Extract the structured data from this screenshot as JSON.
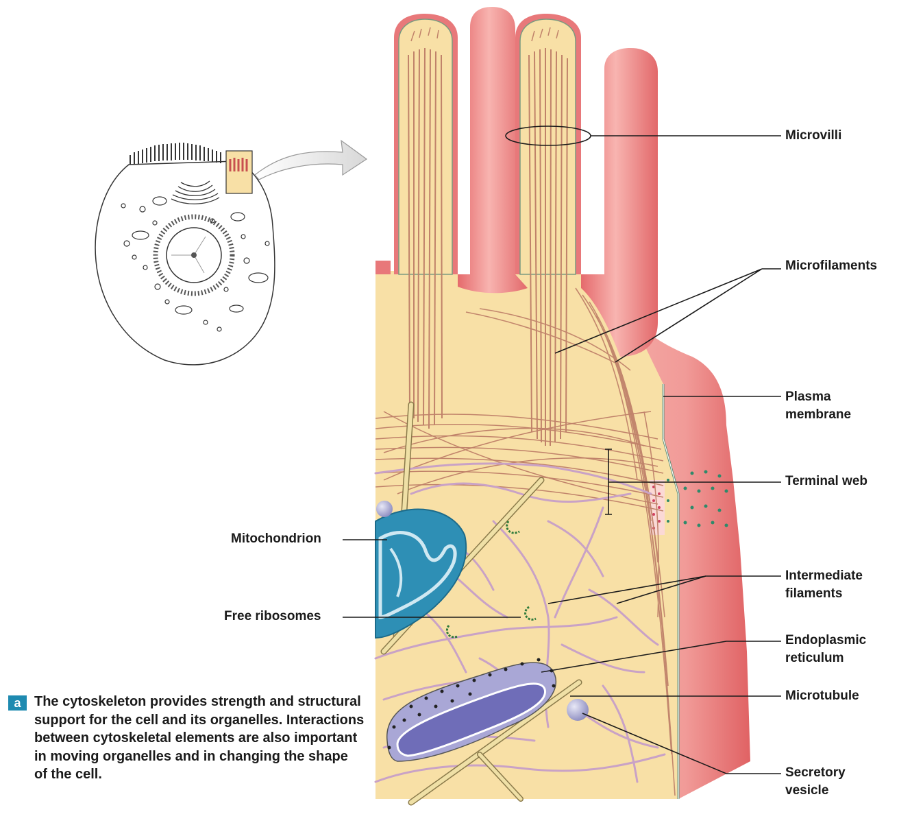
{
  "labels": {
    "microvilli": "Microvilli",
    "microfilaments": "Microfilaments",
    "plasma_membrane": [
      "Plasma",
      "membrane"
    ],
    "terminal_web": "Terminal web",
    "mitochondrion": "Mitochondrion",
    "intermediate_filaments": [
      "Intermediate",
      "filaments"
    ],
    "free_ribosomes": "Free ribosomes",
    "endoplasmic_reticulum": [
      "Endoplasmic",
      "reticulum"
    ],
    "microtubule": "Microtubule",
    "secretory_vesicle": [
      "Secretory",
      "vesicle"
    ]
  },
  "caption": {
    "badge": "a",
    "text": "The cytoskeleton provides strength and structural support for the cell and its organelles. Interactions between cytoskeletal elements are also important in moving organelles and in changing the shape of the cell."
  },
  "colors": {
    "cytoplasm": "#f8e0a6",
    "membrane_red": "#ec8a8a",
    "mitochondrion": "#2e8fb5",
    "er": "#a9a7d6",
    "filament": "#c0826a",
    "intermediate": "#c9a2c6"
  }
}
